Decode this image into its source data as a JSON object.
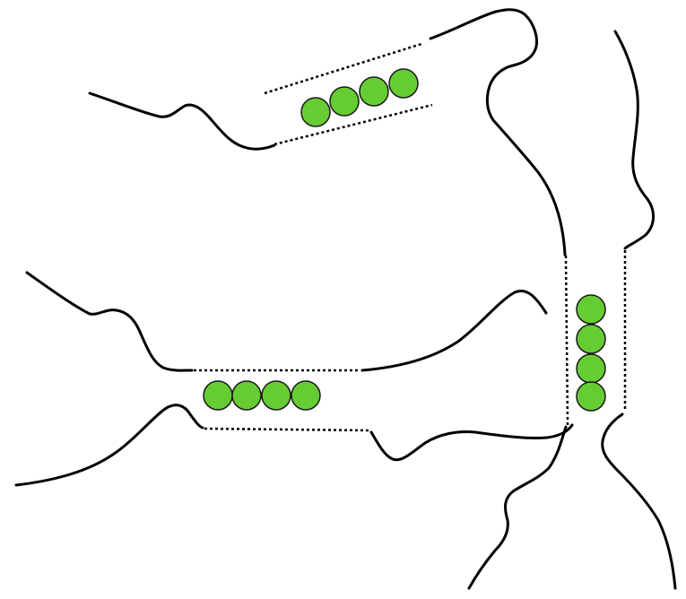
{
  "diagram": {
    "description_free": true,
    "colors": {
      "wall": "#000000",
      "boundary": "#000000",
      "particle_fill": "#66cc33",
      "particle_stroke": "#1a1a1a",
      "background": "#ffffff"
    },
    "channels": [
      {
        "id": "upper-diagonal",
        "particle_count": 4
      },
      {
        "id": "left-horizontal",
        "particle_count": 4
      },
      {
        "id": "right-vertical",
        "particle_count": 4
      }
    ]
  }
}
